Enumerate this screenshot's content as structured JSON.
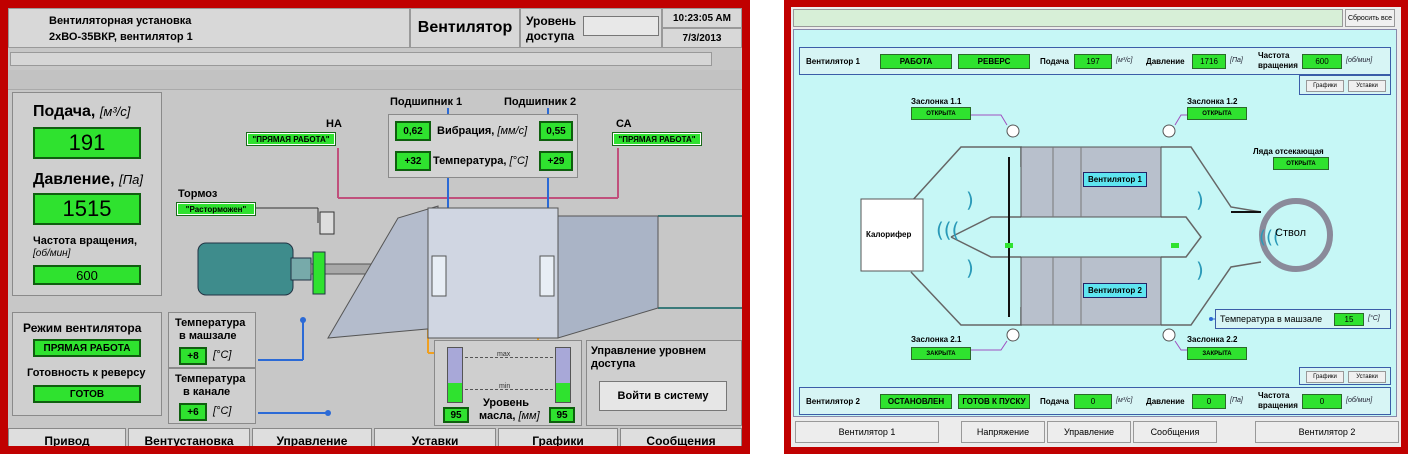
{
  "left": {
    "header": {
      "title_line1": "Вентиляторная установка",
      "title_line2": "2хВО-35ВКР, вентилятор 1",
      "mode_button": "Вентилятор",
      "access_label_1": "Уровень",
      "access_label_2": "доступа",
      "time": "10:23:05 AM",
      "date": "7/3/2013"
    },
    "params": {
      "flow_label": "Подача,",
      "flow_unit": "[м³/с]",
      "flow_value": "191",
      "pressure_label": "Давление,",
      "pressure_unit": "[Па]",
      "pressure_value": "1515",
      "rpm_label": "Частота вращения,",
      "rpm_unit": "[об/мин]",
      "rpm_value": "600"
    },
    "mode": {
      "mode_label": "Режим вентилятора",
      "mode_value": "ПРЯМАЯ РАБОТА",
      "reverse_label": "Готовность к реверсу",
      "reverse_value": "ГОТОВ"
    },
    "temps": {
      "hall_label_1": "Температура",
      "hall_label_2": "в машзале",
      "hall_value": "+8",
      "hall_unit": "[°C]",
      "channel_label_1": "Температура",
      "channel_label_2": "в канале",
      "channel_value": "+6",
      "channel_unit": "[°C]"
    },
    "diagram": {
      "na_label": "НА",
      "na_value": "\"ПРЯМАЯ РАБОТА\"",
      "ca_label": "СА",
      "ca_value": "\"ПРЯМАЯ РАБОТА\"",
      "brake_label": "Тормоз",
      "brake_value": "\"Расторможен\"",
      "bearing1_label": "Подшипник 1",
      "bearing2_label": "Подшипник 2",
      "vibration_label": "Вибрация,",
      "vibration_unit": "[мм/с]",
      "vibration_1": "0,62",
      "vibration_2": "0,55",
      "temp_label": "Температура,",
      "temp_unit": "[°C]",
      "temp_1": "+32",
      "temp_2": "+29"
    },
    "oil": {
      "max_label": "max",
      "min_label": "min",
      "level_label_1": "Уровень",
      "level_label_2": "масла,",
      "level_unit": "[мм]",
      "level_1": "95",
      "level_2": "95",
      "fill_fraction_1": 0.35,
      "fill_fraction_2": 0.35
    },
    "access": {
      "title_1": "Управление уровнем",
      "title_2": "доступа",
      "login_button": "Войти в систему"
    },
    "tabs": [
      "Привод",
      "Вентустановка",
      "Управление",
      "Уставки",
      "Графики",
      "Сообщения"
    ]
  },
  "right": {
    "reset_button": "Сбросить все",
    "fan1": {
      "label": "Вентилятор 1",
      "status": "РАБОТА",
      "direction": "РЕВЕРС",
      "flow_label": "Подача",
      "flow_value": "197",
      "flow_unit": "[м³/с]",
      "pressure_label": "Давление",
      "pressure_value": "1716",
      "pressure_unit": "[Па]",
      "rpm_label_1": "Частота",
      "rpm_label_2": "вращения",
      "rpm_value": "600",
      "rpm_unit": "[об/мин]"
    },
    "fan2": {
      "label": "Вентилятор 2",
      "status": "ОСТАНОВЛЕН",
      "direction": "ГОТОВ К ПУСКУ",
      "flow_label": "Подача",
      "flow_value": "0",
      "flow_unit": "[м³/с]",
      "pressure_label": "Давление",
      "pressure_value": "0",
      "pressure_unit": "[Па]",
      "rpm_label_1": "Частота",
      "rpm_label_2": "вращения",
      "rpm_value": "0",
      "rpm_unit": "[об/мин]"
    },
    "small_buttons": {
      "graphs": "Графики",
      "setpoints": "Уставки"
    },
    "dampers": {
      "d11_label": "Заслонка 1.1",
      "d11_state": "ОТКРЫТА",
      "d12_label": "Заслонка 1.2",
      "d12_state": "ОТКРЫТА",
      "d21_label": "Заслонка 2.1",
      "d21_state": "ЗАКРЫТА",
      "d22_label": "Заслонка 2.2",
      "d22_state": "ЗАКРЫТА",
      "cutoff_label": "Ляда отсекающая",
      "cutoff_state": "ОТКРЫТА"
    },
    "scheme": {
      "heater": "Калорифер",
      "shaft": "Ствол",
      "fan1": "Вентилятор 1",
      "fan2": "Вентилятор 2",
      "hall_temp_label": "Температура в машзале",
      "hall_temp_value": "15",
      "hall_temp_unit": "[°C]"
    },
    "tabs": {
      "fan1": "Вентилятор 1",
      "voltage": "Напряжение",
      "control": "Управление",
      "messages": "Сообщения",
      "fan2": "Вентилятор 2"
    },
    "colors": {
      "accent_green": "#2fe22f",
      "panel_cyan": "#c6f7f6",
      "frame_red": "#c00000"
    }
  }
}
